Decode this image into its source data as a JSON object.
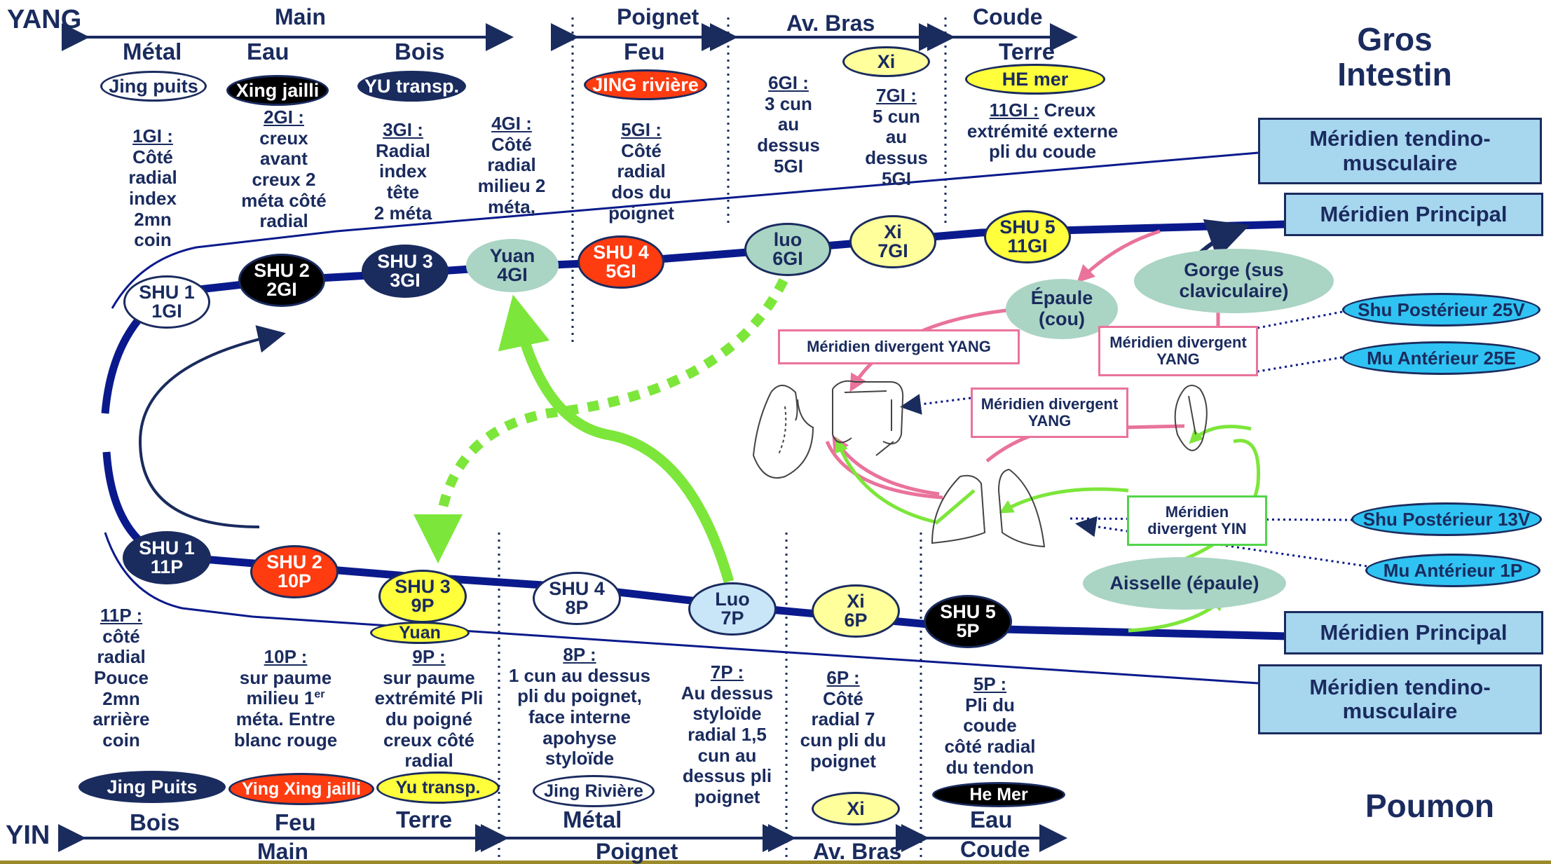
{
  "header": {
    "yang": "YANG",
    "yin": "YIN",
    "gros_intestin": "Gros Intestin",
    "poumon": "Poumon"
  },
  "top_sections": {
    "main": "Main",
    "poignet": "Poignet",
    "av_bras": "Av. Bras",
    "coude": "Coude"
  },
  "bottom_sections": {
    "main": "Main",
    "poignet": "Poignet",
    "av_bras": "Av. Bras",
    "coude": "Coude"
  },
  "top_elements": {
    "metal": "Métal",
    "eau": "Eau",
    "bois": "Bois",
    "feu": "Feu",
    "terre": "Terre"
  },
  "bottom_elements": {
    "bois": "Bois",
    "feu": "Feu",
    "terre": "Terre",
    "metal": "Métal",
    "eau": "Eau"
  },
  "top_pills": {
    "jing": "Jing puits",
    "xing": "Xing jailli",
    "yu": "YU transp.",
    "jing_riv": "JING rivière",
    "xi": "Xi",
    "he": "HE mer"
  },
  "bottom_pills": {
    "jing": "Jing Puits",
    "ying": "Ying Xing  jailli",
    "yu": "Yu transp.",
    "jing_riv": "Jing Rivière",
    "xi": "Xi",
    "he": "He Mer",
    "yuan": "Yuan"
  },
  "top_desc": {
    "gi1": {
      "code": "1GI :",
      "text": [
        "Côté",
        "radial",
        "index",
        "2mn",
        "coin"
      ]
    },
    "gi2": {
      "code": "2GI :",
      "text": [
        "creux",
        "avant",
        "creux 2",
        "méta côté",
        "radial"
      ]
    },
    "gi3": {
      "code": "3GI :",
      "text": [
        "Radial",
        "index",
        "tête",
        "2 méta"
      ]
    },
    "gi4": {
      "code": "4GI :",
      "text": [
        "Côté",
        "radial",
        "milieu 2",
        "méta,"
      ]
    },
    "gi5": {
      "code": "5GI :",
      "text": [
        "Côté",
        "radial",
        "dos du",
        "poignet"
      ]
    },
    "gi6": {
      "code": "6GI :",
      "text": [
        "3 cun",
        "au",
        "dessus",
        "5GI"
      ]
    },
    "gi7": {
      "code": "7GI :",
      "text": [
        "5 cun",
        "au",
        "dessus",
        "5GI"
      ]
    },
    "gi11": {
      "code": "11GI :",
      "rest": " Creux",
      "text": [
        "extrémité externe",
        "pli du coude"
      ]
    }
  },
  "bottom_desc": {
    "p11": {
      "code": "11P :",
      "text": [
        "côté",
        "radial",
        "Pouce",
        "2mn",
        "arrière",
        "coin"
      ]
    },
    "p10": {
      "code": "10P :",
      "text": [
        "sur paume",
        "milieu 1",
        "méta. Entre",
        "blanc rouge"
      ],
      "sup": "er"
    },
    "p9": {
      "code": "9P :",
      "text": [
        "sur paume",
        "extrémité Pli",
        "du poigné",
        "creux côté",
        "radial"
      ]
    },
    "p8": {
      "code": "8P :",
      "text": [
        "1 cun au dessus",
        "pli du poignet,",
        "face interne",
        "apohyse",
        "styloïde"
      ]
    },
    "p7": {
      "code": "7P :",
      "text": [
        "Au dessus",
        "styloïde",
        "radial 1,5",
        "cun au",
        "dessus pli",
        "poignet"
      ]
    },
    "p6": {
      "code": "6P :",
      "text": [
        "Côté",
        "radial 7",
        "cun pli du",
        "poignet"
      ]
    },
    "p5": {
      "code": "5P :",
      "text": [
        "Pli du",
        "coude",
        "côté radial",
        "du tendon"
      ]
    }
  },
  "top_points": {
    "shu1": [
      "SHU 1",
      "1GI"
    ],
    "shu2": [
      "SHU 2",
      "2GI"
    ],
    "shu3": [
      "SHU 3",
      "3GI"
    ],
    "yuan": [
      "Yuan",
      "4GI"
    ],
    "shu4": [
      "SHU 4",
      "5GI"
    ],
    "luo": [
      "luo",
      "6GI"
    ],
    "xi": [
      "Xi",
      "7GI"
    ],
    "shu5": [
      "SHU 5",
      "11GI"
    ]
  },
  "bottom_points": {
    "shu1": [
      "SHU 1",
      "11P"
    ],
    "shu2": [
      "SHU 2",
      "10P"
    ],
    "shu3": [
      "SHU 3",
      "9P"
    ],
    "shu4": [
      "SHU 4",
      "8P"
    ],
    "luo": [
      "Luo",
      "7P"
    ],
    "xi": [
      "Xi",
      "6P"
    ],
    "shu5": [
      "SHU 5",
      "5P"
    ]
  },
  "right_boxes": {
    "tendino_top": "Méridien tendino-musculaire",
    "principal_top": "Méridien Principal",
    "principal_bottom": "Méridien Principal",
    "tendino_bottom": "Méridien tendino-musculaire"
  },
  "regions": {
    "epaule": "Épaule (cou)",
    "gorge": "Gorge (sus claviculaire)",
    "aisselle": "Aisselle (épaule)"
  },
  "divergent": {
    "yang1": "Méridien divergent YANG",
    "yang2": "Méridien divergent YANG",
    "yang3": "Méridien divergent YANG",
    "yin": "Méridien divergent YIN"
  },
  "shu_mu": {
    "shu25v": "Shu Postérieur 25V",
    "mu25e": "Mu Antérieur  25E",
    "shu13v": "Shu Postérieur 13V",
    "mu1p": "Mu Antérieur  1P"
  },
  "icons": [
    "stomach-icon",
    "colon-icon",
    "lungs-icon",
    "trachea-icon"
  ],
  "colors": {
    "navy": "#1a2b5e",
    "meridian": "#0a1a8c",
    "red": "#ff3b10",
    "yellow": "#ffff3c",
    "light_yellow": "#ffff9c",
    "teal": "#aad4c4",
    "light_blue": "#a7d6ef",
    "cyan": "#2fc3f3",
    "pink": "#e9739b",
    "green": "#7de63a",
    "olive_bar": "#9a8a2a"
  }
}
